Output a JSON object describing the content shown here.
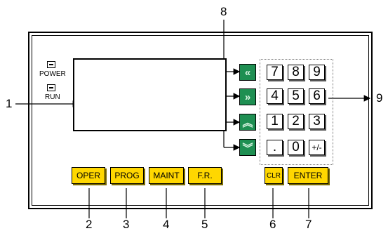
{
  "indicators": {
    "power_label": "POWER",
    "run_label": "RUN"
  },
  "function_buttons": {
    "oper": "OPER",
    "prog": "PROG",
    "maint": "MAINT",
    "fr": "F.R.",
    "clr": "CLR",
    "enter": "ENTER"
  },
  "nav_buttons": [
    {
      "icon": "double-left-chevron-icon",
      "glyph": "«"
    },
    {
      "icon": "double-right-chevron-icon",
      "glyph": "»"
    },
    {
      "icon": "up-chevron-icon",
      "glyph": "︽"
    },
    {
      "icon": "down-chevron-icon",
      "glyph": "︾"
    }
  ],
  "keypad": {
    "rows": [
      [
        "7",
        "8",
        "9"
      ],
      [
        "4",
        "5",
        "6"
      ],
      [
        "1",
        "2",
        "3"
      ],
      [
        ".",
        "0",
        "+/-"
      ]
    ]
  },
  "callouts": {
    "c1": "1",
    "c2": "2",
    "c3": "3",
    "c4": "4",
    "c5": "5",
    "c6": "6",
    "c7": "7",
    "c8": "8",
    "c9": "9"
  },
  "colors": {
    "function_button": "#ffd700",
    "nav_button": "#1e8f52"
  }
}
